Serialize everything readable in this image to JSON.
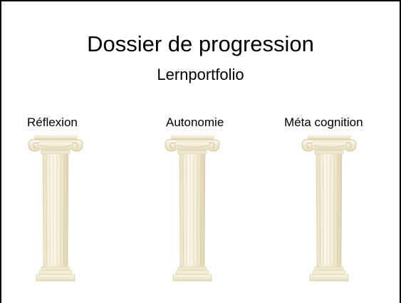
{
  "slide": {
    "title": "Dossier de progression",
    "subtitle": "Lernportfolio"
  },
  "pillars": [
    {
      "label": "Réflexion"
    },
    {
      "label": "Autonomie"
    },
    {
      "label": "Méta cognition"
    }
  ],
  "colors": {
    "pillar_fill": "#f6f0dc",
    "pillar_shade": "#e2d6b3",
    "pillar_line": "#d8cba3",
    "border": "#000000"
  },
  "icons": [
    "ionic-column-icon"
  ]
}
